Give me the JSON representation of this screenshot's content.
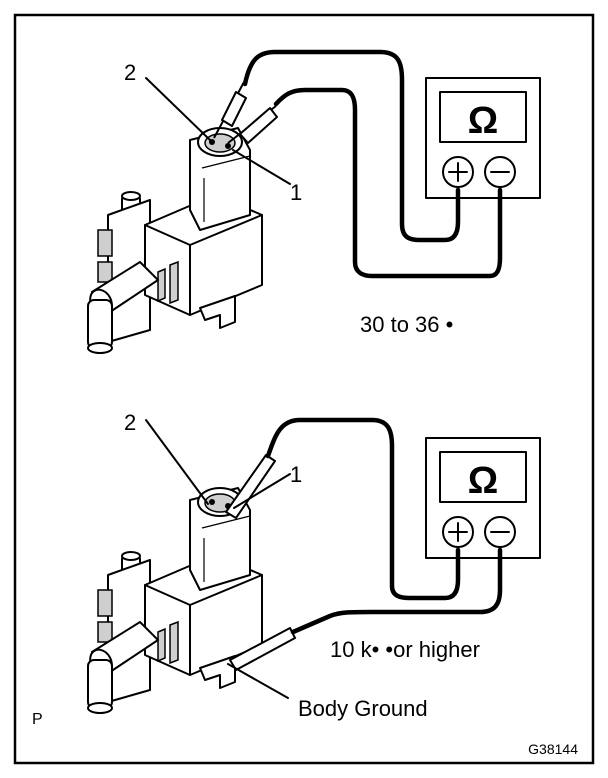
{
  "figure": {
    "upper": {
      "terminal_labels": [
        "2",
        "1"
      ],
      "meter_symbol": "Ω",
      "reading": "30 to 36 •"
    },
    "lower": {
      "terminal_labels": [
        "2",
        "1"
      ],
      "meter_symbol": "Ω",
      "reading": "10 k• •or higher",
      "ground_label": "Body Ground"
    },
    "corner_mark": "P",
    "figure_code": "G38144"
  }
}
